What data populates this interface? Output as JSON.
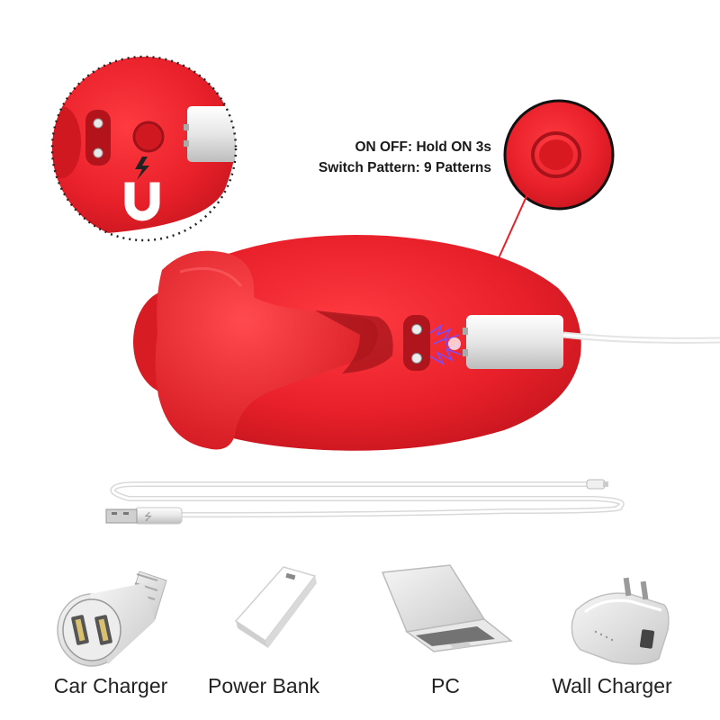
{
  "instructions": {
    "line1": "ON OFF: Hold ON 3s",
    "line2": "Switch Pattern: 9 Patterns"
  },
  "charging_sources": [
    {
      "label": "Car Charger"
    },
    {
      "label": "Power Bank"
    },
    {
      "label": "PC"
    },
    {
      "label": "Wall Charger"
    }
  ],
  "colors": {
    "product_red": "#e8202a",
    "accent_dark_red": "#b3141c",
    "cable_white": "#f2f2f2"
  },
  "icons": [
    "magnet-icon",
    "lightning-icon",
    "usb-icon"
  ]
}
